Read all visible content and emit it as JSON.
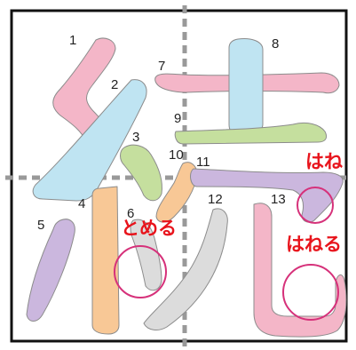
{
  "character": "続",
  "stroke_numbers": [
    "1",
    "2",
    "3",
    "4",
    "5",
    "6",
    "7",
    "8",
    "9",
    "10",
    "11",
    "12",
    "13"
  ],
  "annotations": {
    "tomeru": "とめる",
    "hane": "はね",
    "haneru": "はねる"
  },
  "colors": {
    "frame": "#111111",
    "guide": "#999999",
    "highlight": "#d6317a",
    "note": "#e8141c",
    "stroke_outline": "#8c8c8c",
    "pink": "#f4b6c8",
    "cyan": "#bfe4f2",
    "green": "#c5df9e",
    "orange": "#f8c896",
    "purple": "#cbb7de",
    "gray": "#dcdcdc"
  }
}
